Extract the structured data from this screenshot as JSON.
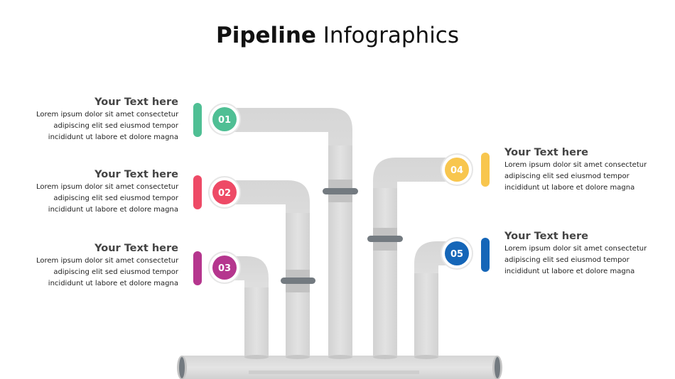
{
  "title": {
    "bold": "Pipeline",
    "light": " Infographics"
  },
  "colors": {
    "pipe": "#dcdcdc",
    "pipe_shade": "#c9c9c9",
    "band": "#b8b8b8",
    "clamp": "#737a80",
    "item_01": "#4fbf94",
    "item_02": "#ee4a66",
    "item_03": "#b5368e",
    "item_04": "#f8c64e",
    "item_05": "#1566b8"
  },
  "items": [
    {
      "number": "01",
      "heading": "Your Text here",
      "lines": [
        "Lorem ipsum dolor sit amet consectetur",
        "adipiscing elit sed eiusmod tempor",
        "incididunt ut labore et dolore magna"
      ]
    },
    {
      "number": "02",
      "heading": "Your Text here",
      "lines": [
        "Lorem ipsum dolor sit amet consectetur",
        "adipiscing elit sed eiusmod tempor",
        "incididunt ut labore et dolore magna"
      ]
    },
    {
      "number": "03",
      "heading": "Your Text here",
      "lines": [
        "Lorem ipsum dolor sit amet consectetur",
        "adipiscing elit sed eiusmod tempor",
        "incididunt ut labore et dolore magna"
      ]
    },
    {
      "number": "04",
      "heading": "Your Text here",
      "lines": [
        "Lorem ipsum dolor sit amet consectetur",
        "adipiscing elit sed eiusmod tempor",
        "incididunt ut labore et dolore magna"
      ]
    },
    {
      "number": "05",
      "heading": "Your Text here",
      "lines": [
        "Lorem ipsum dolor sit amet consectetur",
        "adipiscing elit sed eiusmod tempor",
        "incididunt ut labore et dolore magna"
      ]
    }
  ]
}
